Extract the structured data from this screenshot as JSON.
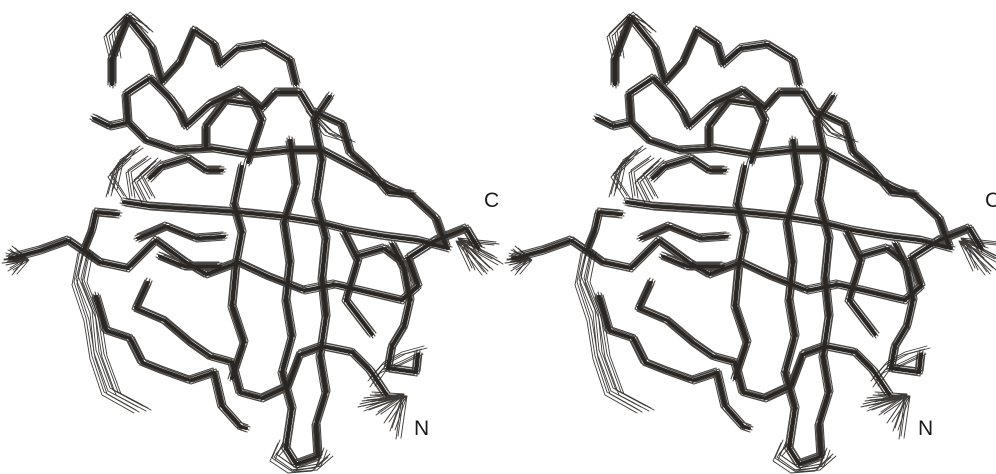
{
  "figure": {
    "type": "stereo pair of superimposed protein backbone (C-alpha trace) ensembles",
    "panels": [
      {
        "c_label": "C",
        "n_label": "N"
      },
      {
        "c_label": "C",
        "n_label": "N"
      }
    ],
    "trace_color": "#2a2623"
  }
}
